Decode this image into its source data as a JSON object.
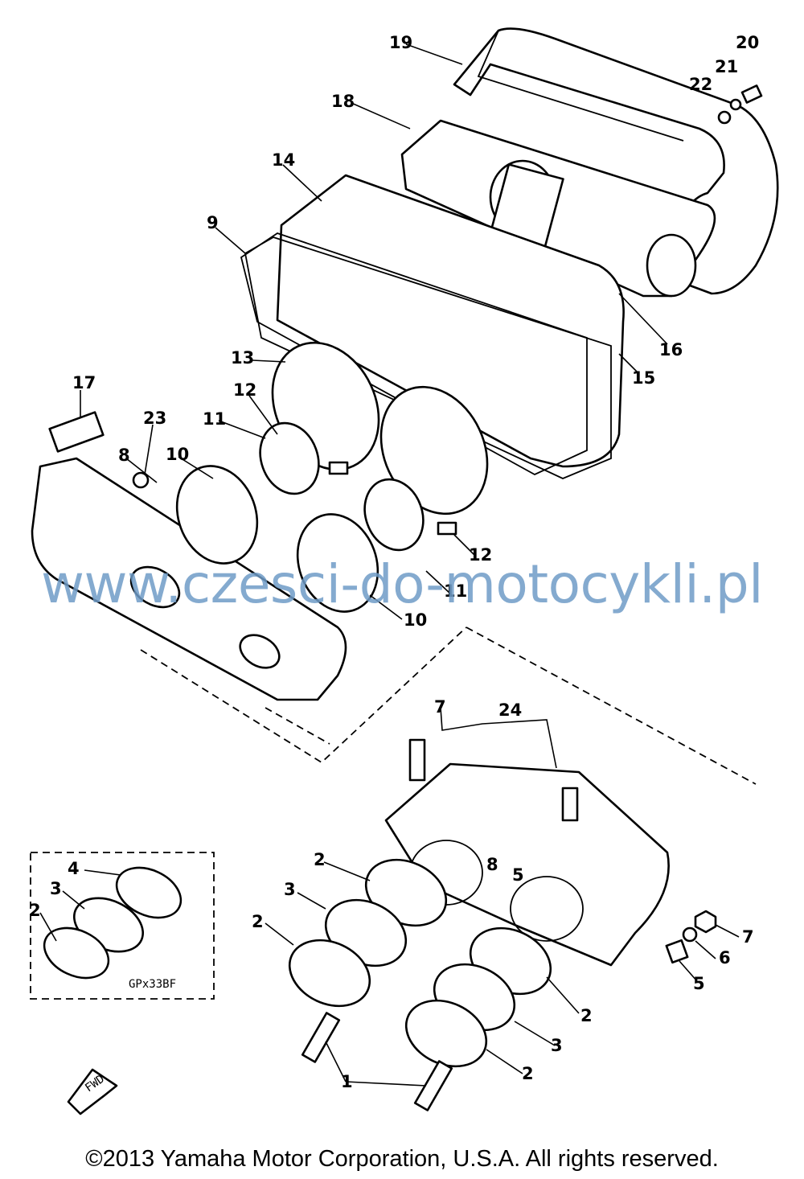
{
  "diagram": {
    "callouts": [
      "19",
      "20",
      "21",
      "22",
      "18",
      "14",
      "9",
      "16",
      "15",
      "13",
      "17",
      "23",
      "12",
      "11",
      "8",
      "10",
      "12",
      "11",
      "10",
      "7",
      "24",
      "4",
      "3",
      "2",
      "2",
      "3",
      "2",
      "8",
      "5",
      "7",
      "6",
      "5",
      "2",
      "3",
      "2",
      "1"
    ],
    "inset_code": "GPx33BF",
    "fwd_label": "FWD"
  },
  "watermark": "www.czesci-do-motocykli.pl",
  "copyright": "©2013 Yamaha Motor Corporation, U.S.A. All rights reserved."
}
